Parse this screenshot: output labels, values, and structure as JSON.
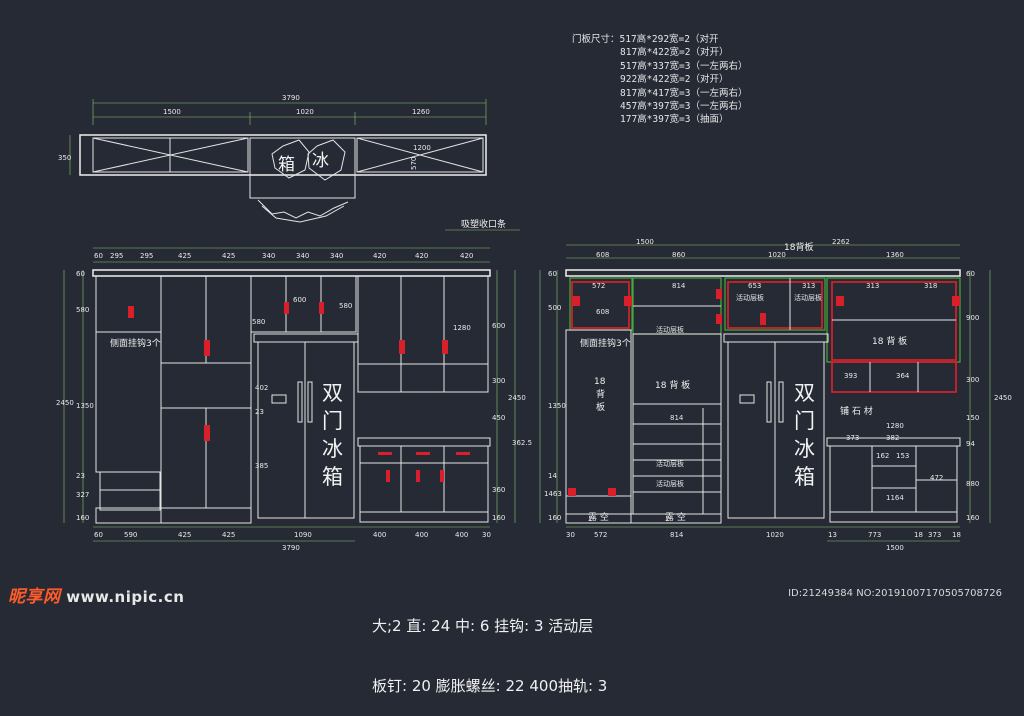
{
  "door_panel_notes": {
    "title": "门板尺寸：",
    "lines": [
      "517高*292宽=2（对开",
      "817高*422宽=2（对开）",
      "517高*337宽=3（一左两右）",
      "922高*422宽=2（对开）",
      "817高*417宽=3（一左两右）",
      "457高*397宽=3（一左两右）",
      "177高*397宽=3（抽面）"
    ]
  },
  "plan": {
    "overall": "3790",
    "segments": [
      "1500",
      "1020",
      "1260"
    ],
    "depth": "350",
    "inner_dim": "1200",
    "small_dim": "570",
    "fridge_chars": [
      "冰",
      "箱"
    ]
  },
  "labels": {
    "suction_strip": "吸塑收口条",
    "side_hook_left": "侧面挂钩3个",
    "side_hook_right": "侧面挂钩3个",
    "fridge_left": [
      "双",
      "门",
      "冰",
      "箱"
    ],
    "fridge_right": [
      "双",
      "门",
      "冰",
      "箱"
    ],
    "back_panel_18_top": "18背板",
    "back_panel_18_mid": "18 背 板",
    "back_panel_18_side": [
      "18",
      "背",
      "板"
    ],
    "back_panel_18_right": "18 背 板",
    "stone": "铺 石 材",
    "open_1": "露 空",
    "open_2": "露 空",
    "movable_shelf": "活动层板"
  },
  "left_elev": {
    "top_dims": [
      "60",
      "295",
      "295",
      "425",
      "425",
      "340",
      "340",
      "340",
      "420",
      "420",
      "420"
    ],
    "bottom_dims": [
      "60",
      "590",
      "425",
      "425",
      "1090",
      "400",
      "400",
      "400",
      "30"
    ],
    "overall_bottom": "3790",
    "left_dims": [
      "60",
      "580",
      "1350",
      "23",
      "327",
      "160"
    ],
    "overall_left": "2450",
    "right_dims": [
      "600",
      "300",
      "450",
      "362.5",
      "360",
      "160"
    ],
    "overall_right": "2450",
    "inner_dims": [
      "580",
      "402",
      "23",
      "385",
      "600",
      "580",
      "1280"
    ]
  },
  "right_elev": {
    "top_dims": [
      "1500",
      "2262",
      "608",
      "860",
      "1020",
      "1360"
    ],
    "overall_top_left": "1500",
    "overall_top_right": "2262",
    "sub_dims": [
      "572",
      "608",
      "814",
      "653",
      "313",
      "313",
      "318"
    ],
    "left_dims": [
      "500",
      "1350",
      "14",
      "1463",
      "160"
    ],
    "right_dims": [
      "900",
      "300",
      "150",
      "94",
      "880",
      "160",
      "2450"
    ],
    "bottom_dims": [
      "30",
      "572",
      "814",
      "1020",
      "13",
      "773",
      "18",
      "373",
      "18"
    ],
    "bottom_overall": "1500",
    "cabinet_dims": [
      "1280",
      "373",
      "382",
      "162",
      "153",
      "472",
      "1164",
      "393",
      "364",
      "814"
    ]
  },
  "bottom_text": {
    "line1": "大;2 直: 24 中: 6 挂钩: 3 活动层",
    "line2": "板钉: 20 膨胀螺丝: 22 400抽轨: 3"
  },
  "watermark": {
    "brand_cn": "昵享网",
    "url": "www.nipic.cn",
    "id_text": "ID:21249384 NO:20191007170505708726"
  },
  "colors": {
    "background": "#252a34",
    "line": "#e8e8e8",
    "dim": "#9ad07a",
    "red": "#e0202a",
    "green": "#4caa3a"
  }
}
